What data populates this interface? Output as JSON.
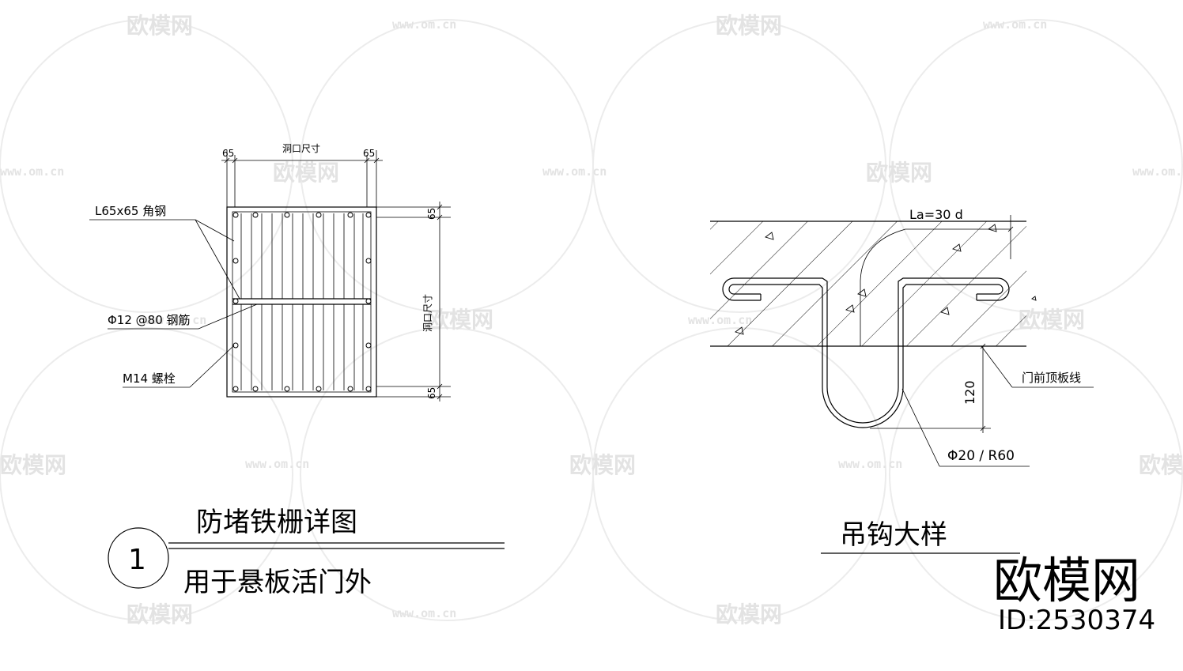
{
  "watermark": {
    "text": "欧模网",
    "url": "www.om.cn"
  },
  "grate": {
    "dim_top_left": "65",
    "dim_top_mid": "洞口尺寸",
    "dim_top_right": "65",
    "dim_right_top": "65",
    "dim_right_mid": "洞口尺寸",
    "dim_right_bottom": "65",
    "label_angle": "L65x65 角钢",
    "label_rebar": "Φ12 @80 钢筋",
    "label_bolt": "M14 螺栓",
    "title": "防堵铁栅详图",
    "subtitle": "用于悬板活门外",
    "number": "1"
  },
  "hook": {
    "label_la": "La=30 d",
    "label_line": "门前顶板线",
    "dim_120": "120",
    "label_bar": "Φ20 / R60",
    "title": "吊钩大样"
  },
  "brand": {
    "name": "欧模网",
    "id": "ID:2530374"
  }
}
